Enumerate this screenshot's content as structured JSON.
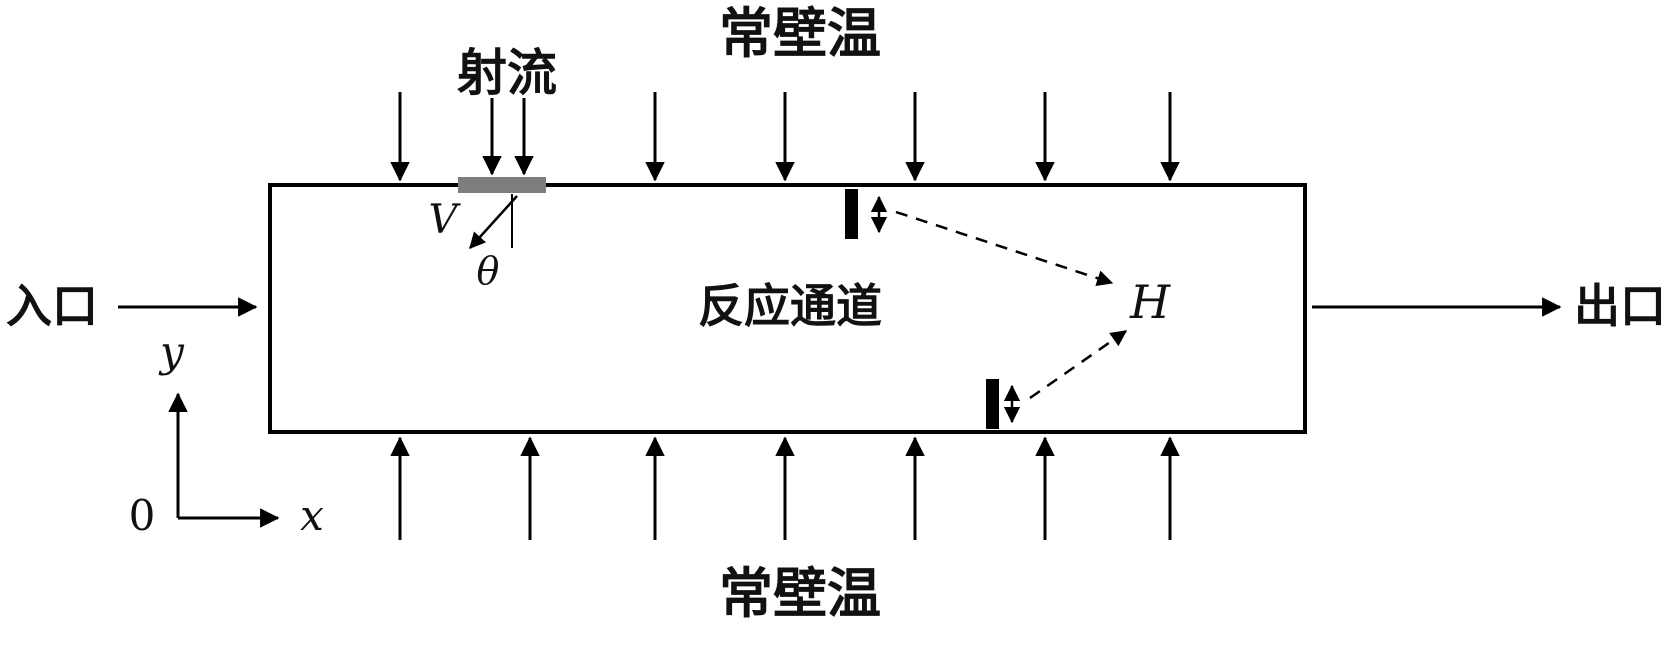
{
  "diagram": {
    "top_wall_label": "常壁温",
    "bottom_wall_label": "常壁温",
    "jet_label": "射流",
    "inlet_label": "入口",
    "outlet_label": "出口",
    "channel_label": "反应通道",
    "height_symbol": "H",
    "jet_velocity_symbol": "V",
    "jet_angle_symbol": "θ",
    "axes": {
      "x_label": "x",
      "y_label": "y",
      "origin_label": "0"
    },
    "colors": {
      "stroke": "#000000",
      "jet_slot_fill": "#7d7d7d",
      "background": "#ffffff"
    }
  }
}
